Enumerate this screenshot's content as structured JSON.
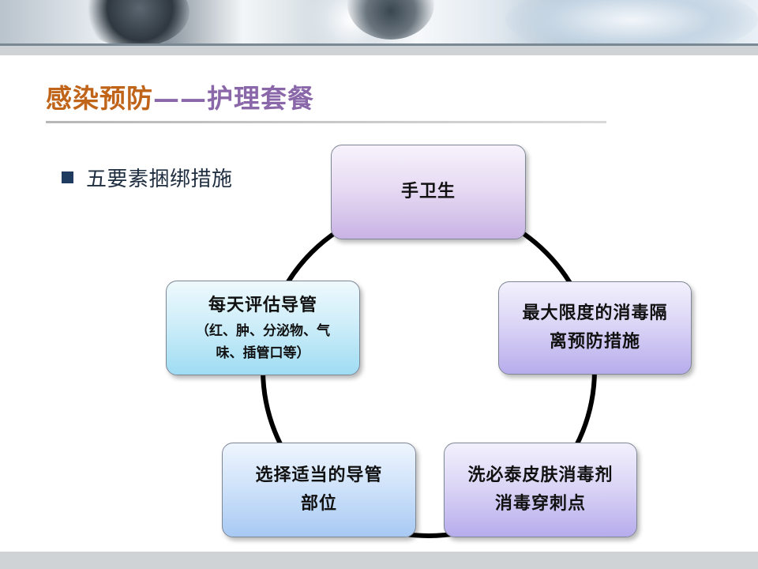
{
  "title": {
    "main": "感染预防",
    "sub": "——护理套餐"
  },
  "bullet": {
    "text": "五要素捆绑措施"
  },
  "diagram": {
    "type": "cycle",
    "nodes": [
      {
        "id": "hand-hygiene",
        "lines": [
          "手卫生"
        ],
        "note": []
      },
      {
        "id": "max-barrier",
        "lines": [
          "最大限度的消毒隔",
          "离预防措施"
        ],
        "note": []
      },
      {
        "id": "chlorhexidine",
        "lines": [
          "洗必泰皮肤消毒剂",
          "消毒穿刺点"
        ],
        "note": []
      },
      {
        "id": "site-selection",
        "lines": [
          "选择适当的导管",
          "部位"
        ],
        "note": []
      },
      {
        "id": "daily-assessment",
        "lines": [
          "每天评估导管"
        ],
        "note": [
          "（红、肿、分泌物、气",
          "味、插管口等）"
        ]
      }
    ]
  },
  "colors": {
    "title_accent": "#c0641a",
    "title_secondary": "#8a67a8",
    "bullet": "#1f3b60",
    "ring": "#000000"
  }
}
